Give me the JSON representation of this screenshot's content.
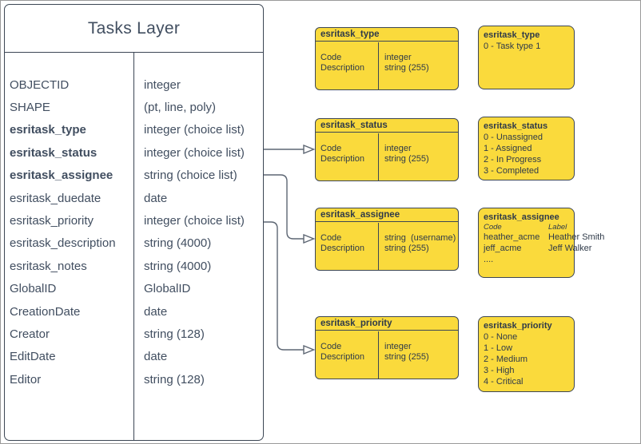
{
  "colors": {
    "domain_box_fill": "#FADA3C",
    "box_stroke": "#3c4654",
    "text": "#2f3a49"
  },
  "tasks_layer": {
    "title": "Tasks Layer",
    "fields": [
      {
        "name": "OBJECTID",
        "type": "integer",
        "bold": false
      },
      {
        "name": "SHAPE",
        "type": "(pt, line, poly)",
        "bold": false
      },
      {
        "name": "esritask_type",
        "type": "integer (choice list)",
        "bold": true
      },
      {
        "name": "esritask_status",
        "type": "integer (choice list)",
        "bold": true
      },
      {
        "name": "esritask_assignee",
        "type": "string (choice list)",
        "bold": true
      },
      {
        "name": "esritask_duedate",
        "type": "date",
        "bold": false
      },
      {
        "name": "esritask_priority",
        "type": "integer (choice list)",
        "bold": false
      },
      {
        "name": "esritask_description",
        "type": "string (4000)",
        "bold": false
      },
      {
        "name": "esritask_notes",
        "type": "string (4000)",
        "bold": false
      },
      {
        "name": "GlobalID",
        "type": "GlobalID",
        "bold": false
      },
      {
        "name": "CreationDate",
        "type": "date",
        "bold": false
      },
      {
        "name": "Creator",
        "type": "string (128)",
        "bold": false
      },
      {
        "name": "EditDate",
        "type": "date",
        "bold": false
      },
      {
        "name": "Editor",
        "type": "string (128)",
        "bold": false
      }
    ]
  },
  "schema_boxes": [
    {
      "title": "esritask_type",
      "rows": [
        {
          "field": "Code",
          "type": "integer"
        },
        {
          "field": "Description",
          "type": "string (255)"
        }
      ]
    },
    {
      "title": "esritask_status",
      "rows": [
        {
          "field": "Code",
          "type": "integer"
        },
        {
          "field": "Description",
          "type": "string (255)"
        }
      ]
    },
    {
      "title": "esritask_assignee",
      "rows": [
        {
          "field": "Code",
          "type": "string  (username)"
        },
        {
          "field": "Description",
          "type": "string (255)"
        }
      ]
    },
    {
      "title": "esritask_priority",
      "rows": [
        {
          "field": "Code",
          "type": "integer"
        },
        {
          "field": "Description",
          "type": "string (255)"
        }
      ]
    }
  ],
  "value_boxes": [
    {
      "title": "esritask_type",
      "lines": [
        "0 - Task type 1"
      ]
    },
    {
      "title": "esritask_status",
      "lines": [
        "0 - Unassigned",
        "1 - Assigned",
        "2 - In Progress",
        "3 - Completed"
      ]
    },
    {
      "title": "esritask_assignee",
      "col_headers": {
        "code": "Code",
        "label": "Label"
      },
      "entries": [
        {
          "code": "heather_acme",
          "label": "Heather Smith"
        },
        {
          "code": "jeff_acme",
          "label": "Jeff Walker"
        }
      ],
      "more": "...."
    },
    {
      "title": "esritask_priority",
      "lines": [
        "0 - None",
        "1 - Low",
        "2 - Medium",
        "3 - High",
        "4 - Critical"
      ]
    }
  ],
  "connectors": [
    {
      "from": "esritask_status",
      "to": "esritask_status domain table"
    },
    {
      "from": "esritask_assignee",
      "to": "esritask_assignee domain table"
    },
    {
      "from": "esritask_priority",
      "to": "esritask_priority domain table"
    }
  ]
}
